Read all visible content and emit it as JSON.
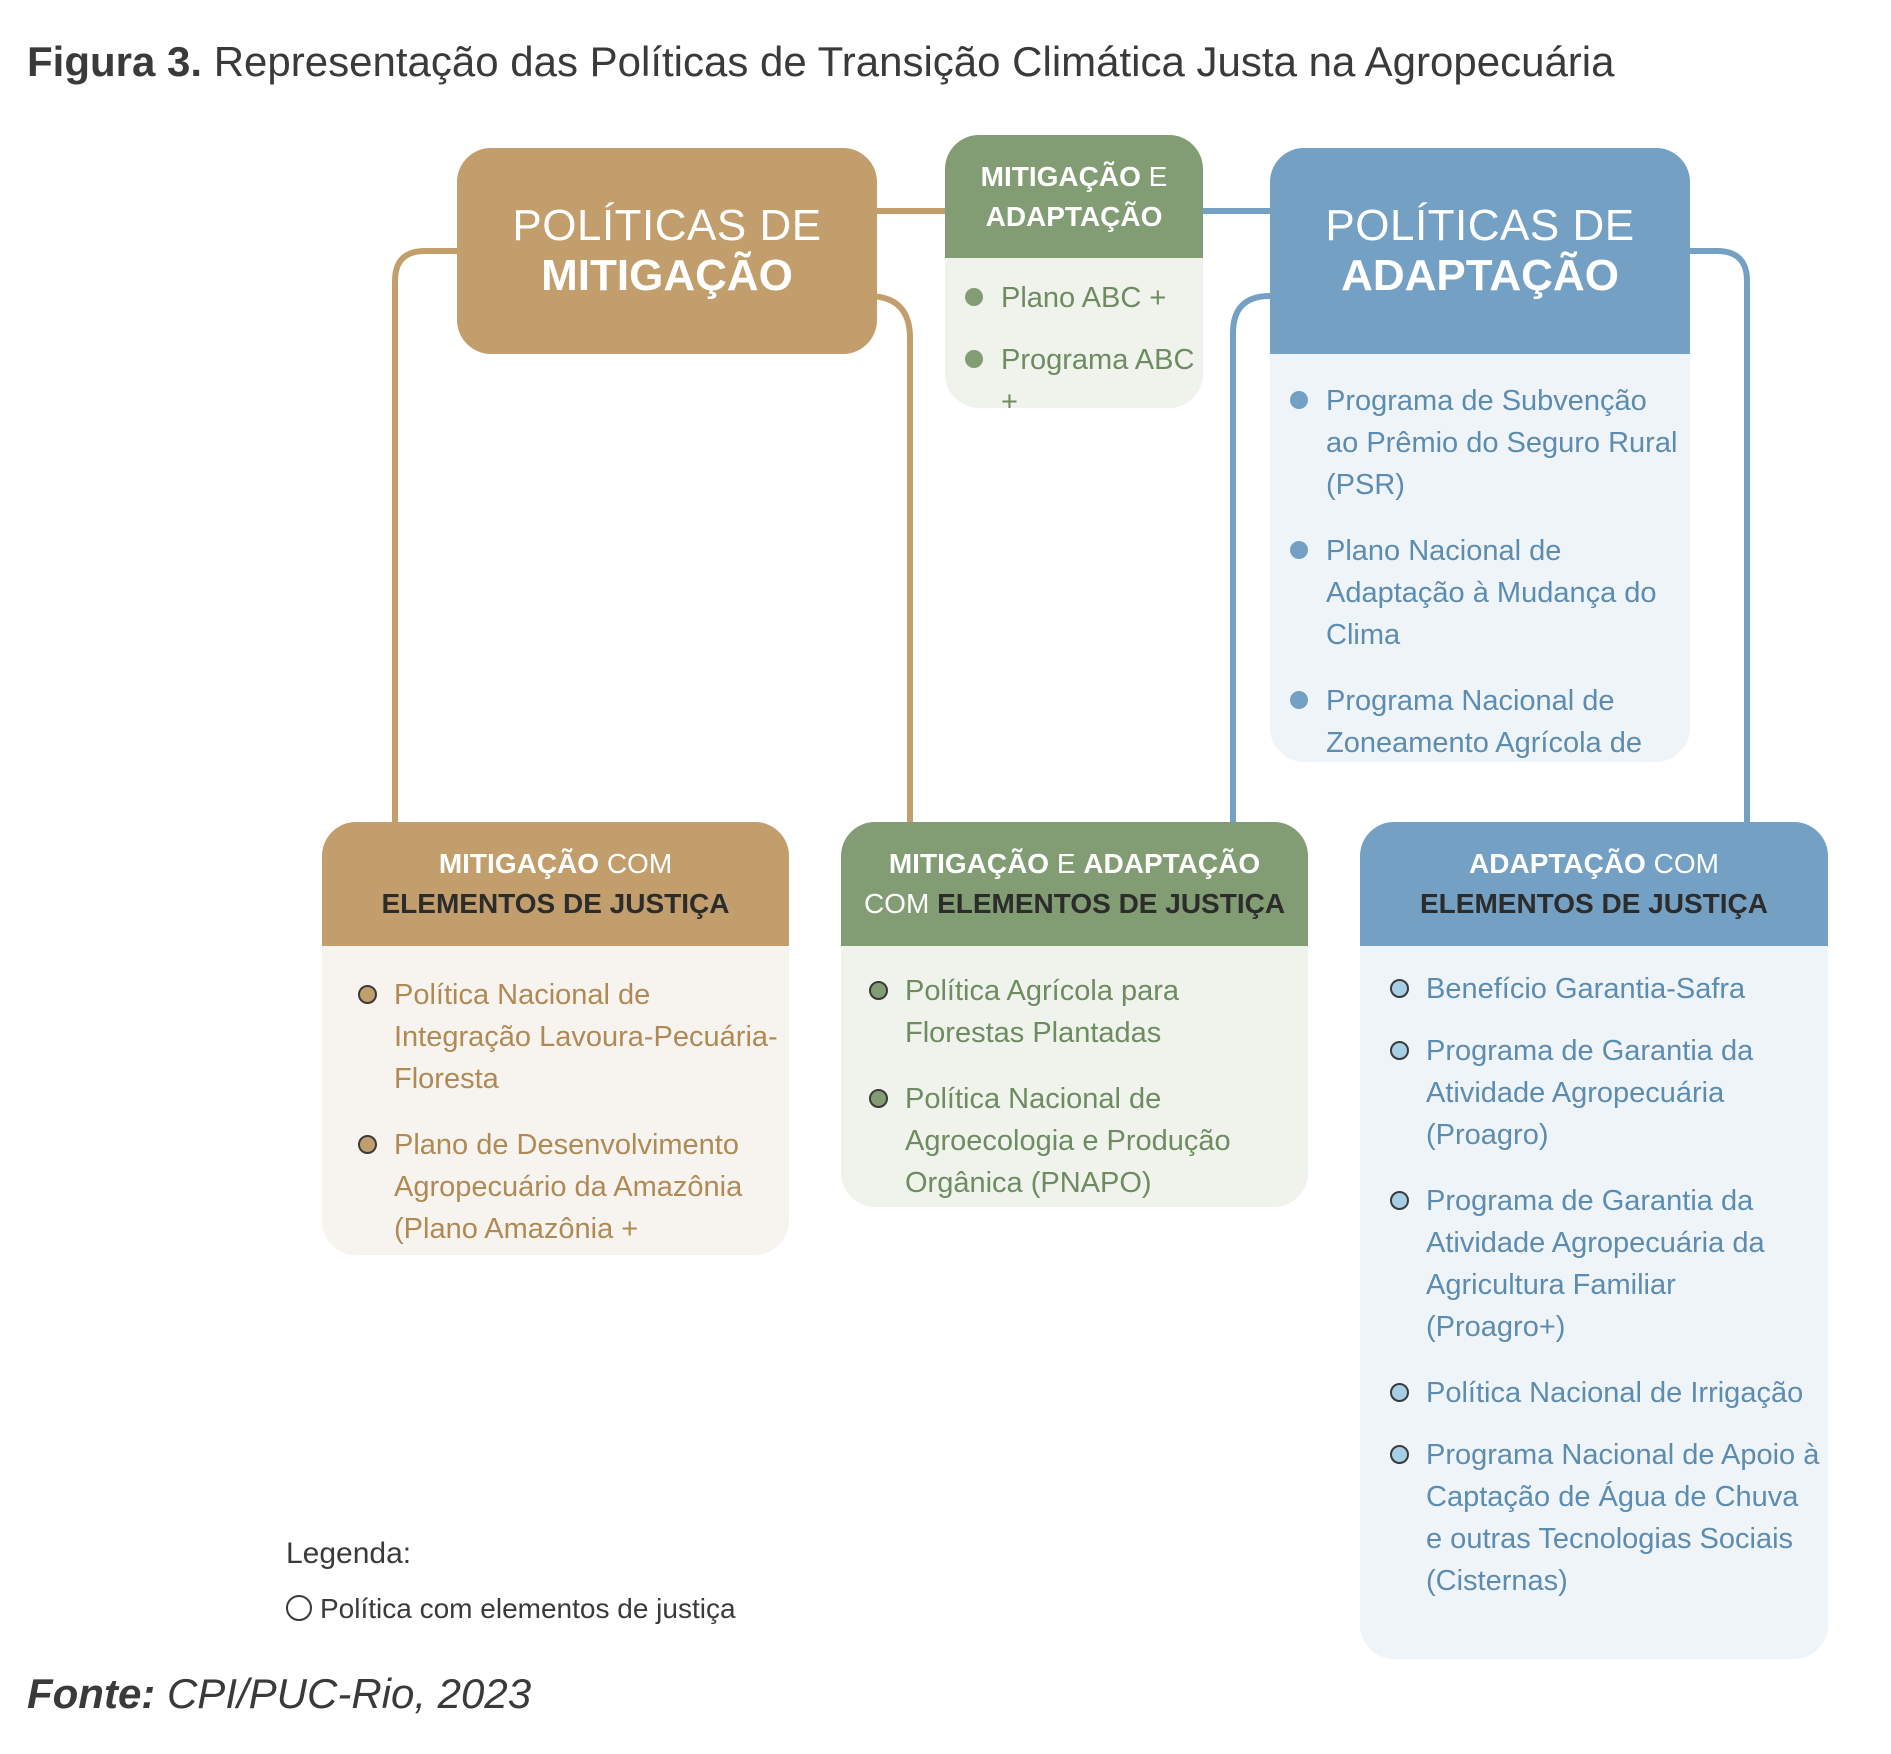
{
  "title": {
    "label": "Figura 3.",
    "text": "Representação das Políticas de Transição Climática Justa na Agropecuária"
  },
  "colors": {
    "mitigation": "#c19e6c",
    "mitigation_light": "#f7f4ef",
    "both": "#829d74",
    "both_light": "#eff3ec",
    "adaptation": "#74a1c3",
    "adaptation_light": "#eef4f8",
    "dark_text": "#2c2c2c"
  },
  "mitigacao": {
    "line1": "POLÍTICAS DE",
    "line2": "MITIGAÇÃO"
  },
  "mit_adapt": {
    "header_bold1": "MITIGAÇÃO",
    "header_regular": " E",
    "header_bold2": "ADAPTAÇÃO",
    "items": [
      "Plano ABC +",
      "Programa ABC +"
    ]
  },
  "adaptacao": {
    "line1": "POLÍTICAS DE",
    "line2": "ADAPTAÇÃO",
    "items": [
      "Programa de Subvenção ao Prêmio do Seguro Rural (PSR)",
      "Plano Nacional de Adaptação à Mudança do Clima",
      "Programa Nacional de Zoneamento Agrícola de Risco Climático (ZARC)"
    ]
  },
  "mit_just": {
    "h_bold": "MITIGAÇÃO",
    "h_regular": " COM",
    "h_dark": "ELEMENTOS DE JUSTIÇA",
    "items": [
      "Política Nacional de Integração Lavoura-Pecuária-Floresta",
      "Plano de Desenvolvimento Agropecuário da Amazônia (Plano Amazônia + Sustentável)"
    ]
  },
  "both_just": {
    "h_bold1": "MITIGAÇÃO",
    "h_regular1": " E ",
    "h_bold2": "ADAPTAÇÃO",
    "h_regular2": "COM ",
    "h_dark": "ELEMENTOS DE JUSTIÇA",
    "items": [
      "Política Agrícola para Florestas Plantadas",
      "Política Nacional de Agroecologia e Produção Orgânica (PNAPO)"
    ]
  },
  "adapt_just": {
    "h_bold": "ADAPTAÇÃO",
    "h_regular": " COM",
    "h_dark": "ELEMENTOS DE JUSTIÇA",
    "items": [
      "Benefício Garantia-Safra",
      "Programa de Garantia da Atividade Agropecuária (Proagro)",
      "Programa de Garantia da Atividade Agropecuária da Agricultura Familiar (Proagro+)",
      "Política Nacional de Irrigação",
      "Programa Nacional de Apoio à Captação de Água de Chuva e outras Tecnologias Sociais (Cisternas)"
    ]
  },
  "legend": {
    "title": "Legenda:",
    "item": "Política com elementos de justiça"
  },
  "fonte": {
    "label": "Fonte:",
    "text": "CPI/PUC-Rio, 2023"
  }
}
